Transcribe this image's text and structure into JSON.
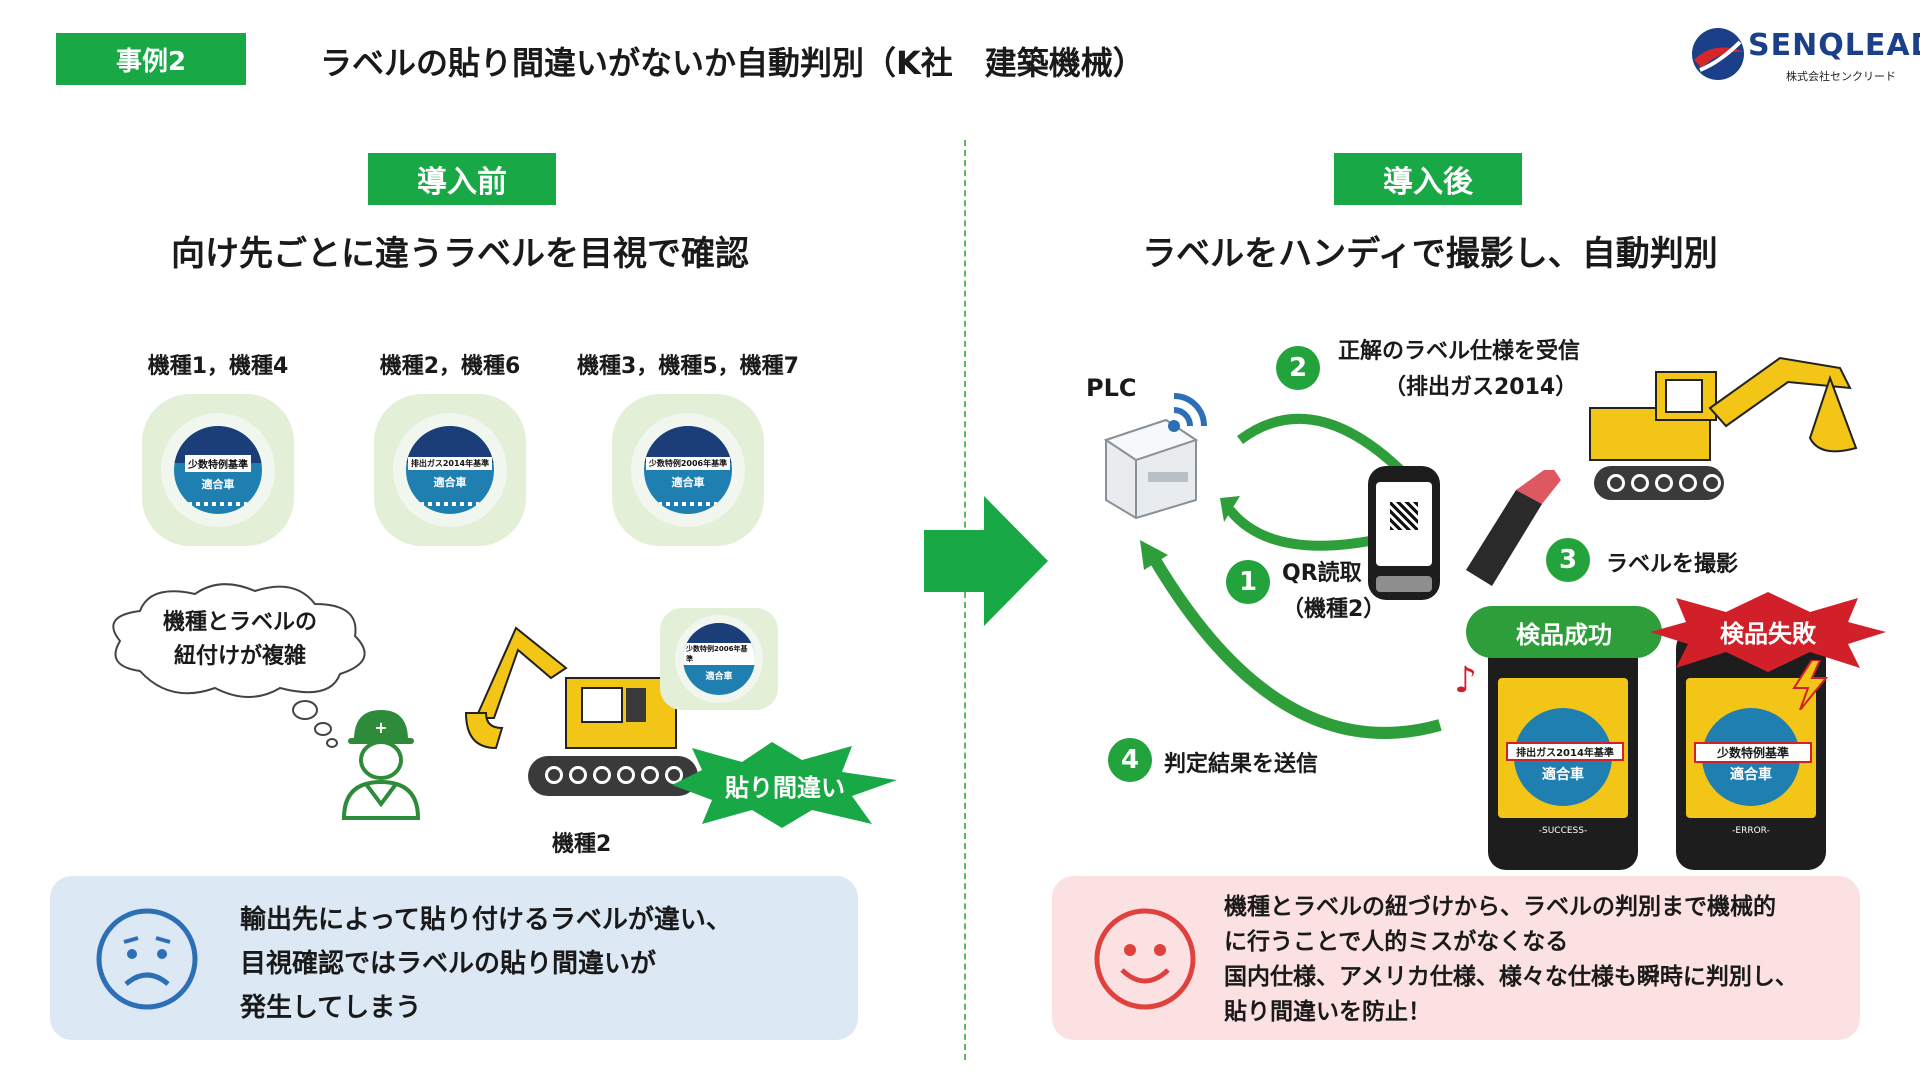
{
  "header": {
    "case_tag": "事例2",
    "title": "ラベルの貼り間違いがないか自動判別（K社　建築機械）",
    "logo_text": "SENQLEAD",
    "logo_sub": "株式会社センクリード"
  },
  "before": {
    "tag": "導入前",
    "heading": "向け先ごとに違うラベルを目視で確認",
    "groups": [
      {
        "caption": "機種1，機種4",
        "line1": "少数特例基準",
        "line2": "適合車"
      },
      {
        "caption": "機種2，機種6",
        "line1": "排出ガス2014年基準",
        "line2": "適合車"
      },
      {
        "caption": "機種3，機種5，機種7",
        "line1": "少数特例2006年基準",
        "line2": "適合車"
      }
    ],
    "thought_bubble": [
      "機種とラベルの",
      "紐付けが複雑"
    ],
    "wrong_label": "貼り間違い",
    "excavator_caption": "機種2",
    "speech_label": {
      "line1": "少数特例2006年基準",
      "line2": "適合車"
    },
    "summary": [
      "輸出先によって貼り付けるラベルが違い、",
      "目視確認ではラベルの貼り間違いが",
      "発生してしまう"
    ]
  },
  "after": {
    "tag": "導入後",
    "heading": "ラベルをハンディで撮影し、自動判別",
    "plc_label": "PLC",
    "steps": [
      {
        "num": "1",
        "lines": [
          "QR読取",
          "（機種2）"
        ]
      },
      {
        "num": "2",
        "lines": [
          "正解のラベル仕様を受信",
          "（排出ガス2014）"
        ]
      },
      {
        "num": "3",
        "lines": [
          "ラベルを撮影"
        ]
      },
      {
        "num": "4",
        "lines": [
          "判定結果を送信"
        ]
      }
    ],
    "success_badge": "検品成功",
    "fail_badge": "検品失敗",
    "success_phone": {
      "line1": "排出ガス2014年基準",
      "line2": "適合車",
      "status": "-SUCCESS-"
    },
    "fail_phone": {
      "line1": "少数特例基準",
      "line2": "適合車",
      "status": "-ERROR-"
    },
    "summary": [
      "機種とラベルの紐づけから、ラベルの判別まで機械的",
      "に行うことで人的ミスがなくなる",
      "国内仕様、アメリカ仕様、様々な仕様も瞬時に判別し、",
      "貼り間違いを防止！"
    ]
  },
  "colors": {
    "accent_green": "#18a845",
    "before_panel": "#dce8f4",
    "after_panel": "#fbe1e1",
    "excavator": "#f3c516"
  }
}
